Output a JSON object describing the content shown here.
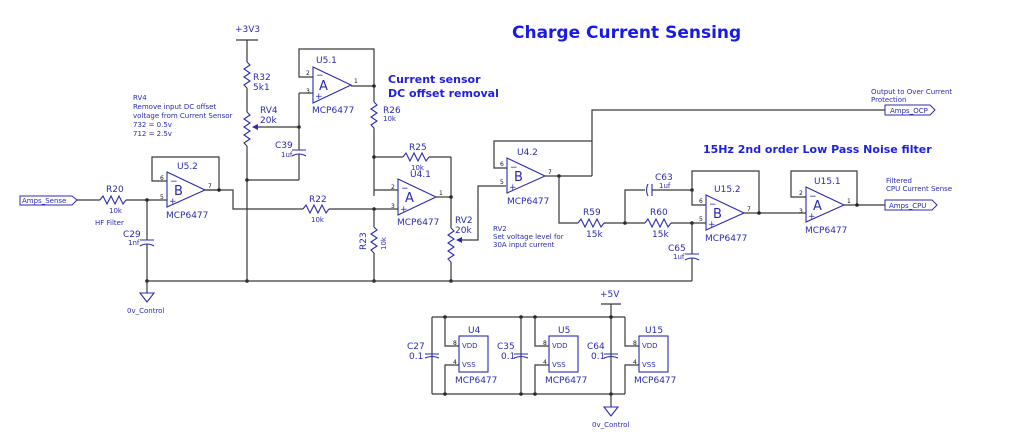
{
  "title": "Charge Current Sensing",
  "rails": {
    "v33": "+3V3",
    "v5": "+5V",
    "gnd1": "0v_Control",
    "gnd2": "0v_Control"
  },
  "ports": {
    "amps_sense": "Amps_Sense",
    "amps_ocp": "Amps_OCP",
    "amps_cpu": "Amps_CPU"
  },
  "annotations": {
    "section_offset": [
      "Current sensor",
      "DC offset removal"
    ],
    "section_filter": "15Hz 2nd order Low Pass Noise filter",
    "rv4_note": [
      "RV4",
      "Remove input DC offset",
      "voltage from Current Sensor",
      "732 = 0.5v",
      "712 = 2.5v"
    ],
    "rv2_note": [
      "RV2",
      "Set voltage level for",
      "30A input current"
    ],
    "hf_filter": "HF Filter",
    "ocp_note": [
      "Output to Over Current",
      "Protection"
    ],
    "cpu_note": [
      "Filtered",
      "CPU Current Sense"
    ]
  },
  "opamps": [
    {
      "ref": "U5.2",
      "unit": "B",
      "part": "MCP6477",
      "pin_minus": "6",
      "pin_plus": "5",
      "pin_out": "7"
    },
    {
      "ref": "U5.1",
      "unit": "A",
      "part": "MCP6477",
      "pin_minus": "2",
      "pin_plus": "3",
      "pin_out": "1"
    },
    {
      "ref": "U4.1",
      "unit": "A",
      "part": "MCP6477",
      "pin_minus": "2",
      "pin_plus": "3",
      "pin_out": "1"
    },
    {
      "ref": "U4.2",
      "unit": "B",
      "part": "MCP6477",
      "pin_minus": "6",
      "pin_plus": "5",
      "pin_out": "7"
    },
    {
      "ref": "U15.2",
      "unit": "B",
      "part": "MCP6477",
      "pin_minus": "6",
      "pin_plus": "5",
      "pin_out": "7"
    },
    {
      "ref": "U15.1",
      "unit": "A",
      "part": "MCP6477",
      "pin_minus": "2",
      "pin_plus": "3",
      "pin_out": "1"
    }
  ],
  "resistors": {
    "R20": {
      "ref": "R20",
      "value": "10k"
    },
    "R32": {
      "ref": "R32",
      "value": "5k1"
    },
    "RV4": {
      "ref": "RV4",
      "value": "20k"
    },
    "R26": {
      "ref": "R26",
      "value": "10k"
    },
    "R25": {
      "ref": "R25",
      "value": "10k"
    },
    "R22": {
      "ref": "R22",
      "value": "10k"
    },
    "R23": {
      "ref": "R23",
      "value": "10k"
    },
    "RV2": {
      "ref": "RV2",
      "value": "20k"
    },
    "R59": {
      "ref": "R59",
      "value": "15k"
    },
    "R60": {
      "ref": "R60",
      "value": "15k"
    }
  },
  "capacitors": {
    "C29": {
      "ref": "C29",
      "value": "1nf"
    },
    "C39": {
      "ref": "C39",
      "value": "1uf"
    },
    "C63": {
      "ref": "C63",
      "value": "1uf"
    },
    "C65": {
      "ref": "C65",
      "value": "1uf"
    },
    "C27": {
      "ref": "C27",
      "value": "0.1"
    },
    "C35": {
      "ref": "C35",
      "value": "0.1"
    },
    "C64": {
      "ref": "C64",
      "value": "0.1"
    }
  },
  "power_blocks": [
    {
      "ref": "U4",
      "part": "MCP6477",
      "vdd": "VDD",
      "vss": "VSS",
      "pin_vdd": "8",
      "pin_vss": "4"
    },
    {
      "ref": "U5",
      "part": "MCP6477",
      "vdd": "VDD",
      "vss": "VSS",
      "pin_vdd": "8",
      "pin_vss": "4"
    },
    {
      "ref": "U15",
      "part": "MCP6477",
      "vdd": "VDD",
      "vss": "VSS",
      "pin_vdd": "8",
      "pin_vss": "4"
    }
  ]
}
